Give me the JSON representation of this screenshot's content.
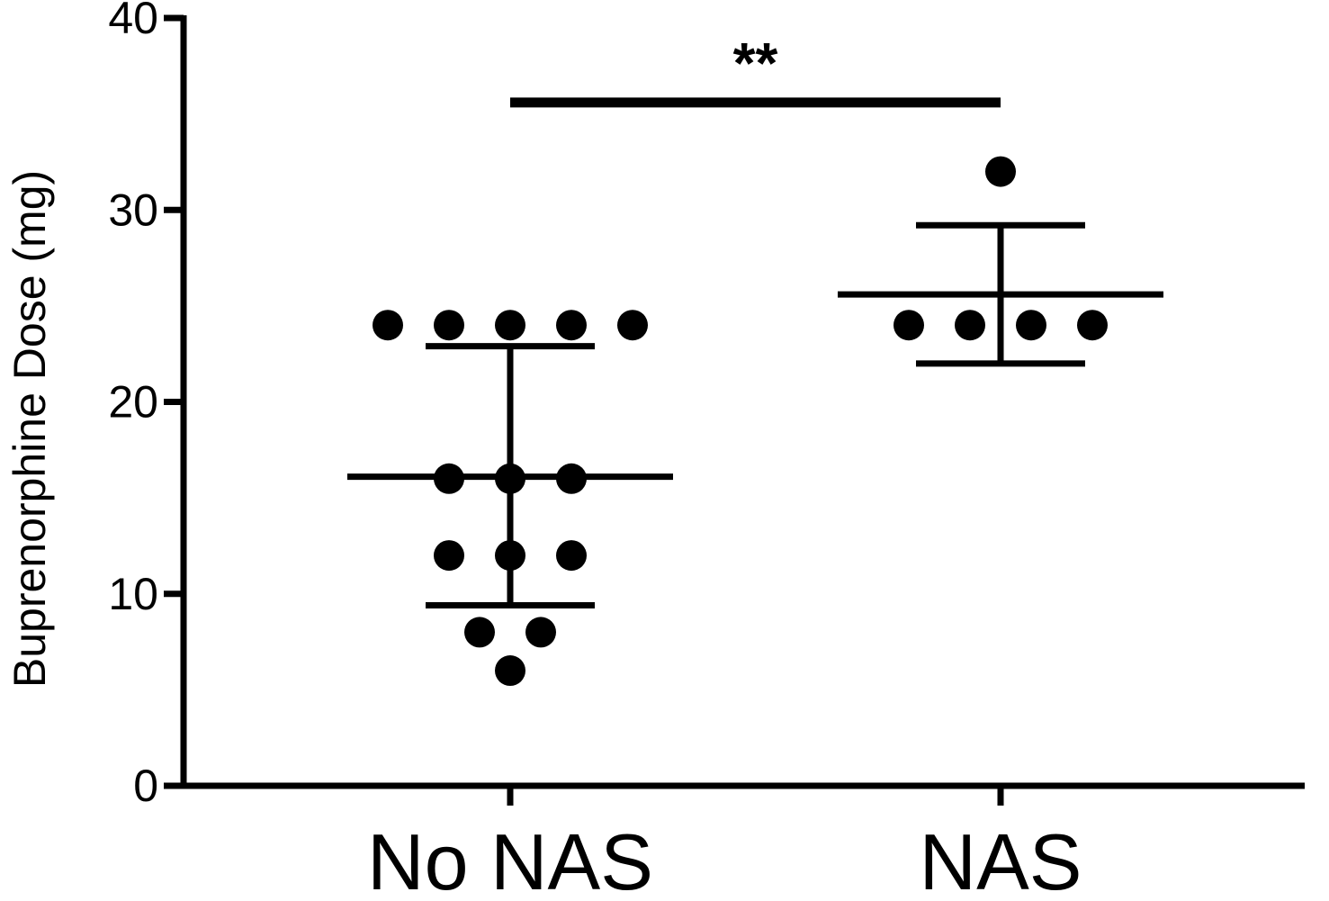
{
  "chart_data": {
    "type": "scatter",
    "title": "",
    "xlabel": "",
    "ylabel": "Buprenorphine Dose (mg)",
    "ylim": [
      0,
      40
    ],
    "yticks": [
      0,
      10,
      20,
      30,
      40
    ],
    "grid": false,
    "categories": [
      "No NAS",
      "NAS"
    ],
    "series": [
      {
        "category": "No NAS",
        "values": [
          24,
          24,
          24,
          24,
          24,
          16,
          16,
          16,
          12,
          12,
          12,
          8,
          8,
          6
        ],
        "mean": 16.1,
        "error_low": 9.4,
        "error_high": 22.9
      },
      {
        "category": "NAS",
        "values": [
          32,
          24,
          24,
          24,
          24
        ],
        "mean": 25.6,
        "error_low": 22.0,
        "error_high": 29.2
      }
    ],
    "annotations": [
      {
        "text": "**",
        "between": [
          "No NAS",
          "NAS"
        ],
        "y": 35.6
      }
    ],
    "colors": {
      "marker": "#000000",
      "axis": "#000000"
    }
  }
}
